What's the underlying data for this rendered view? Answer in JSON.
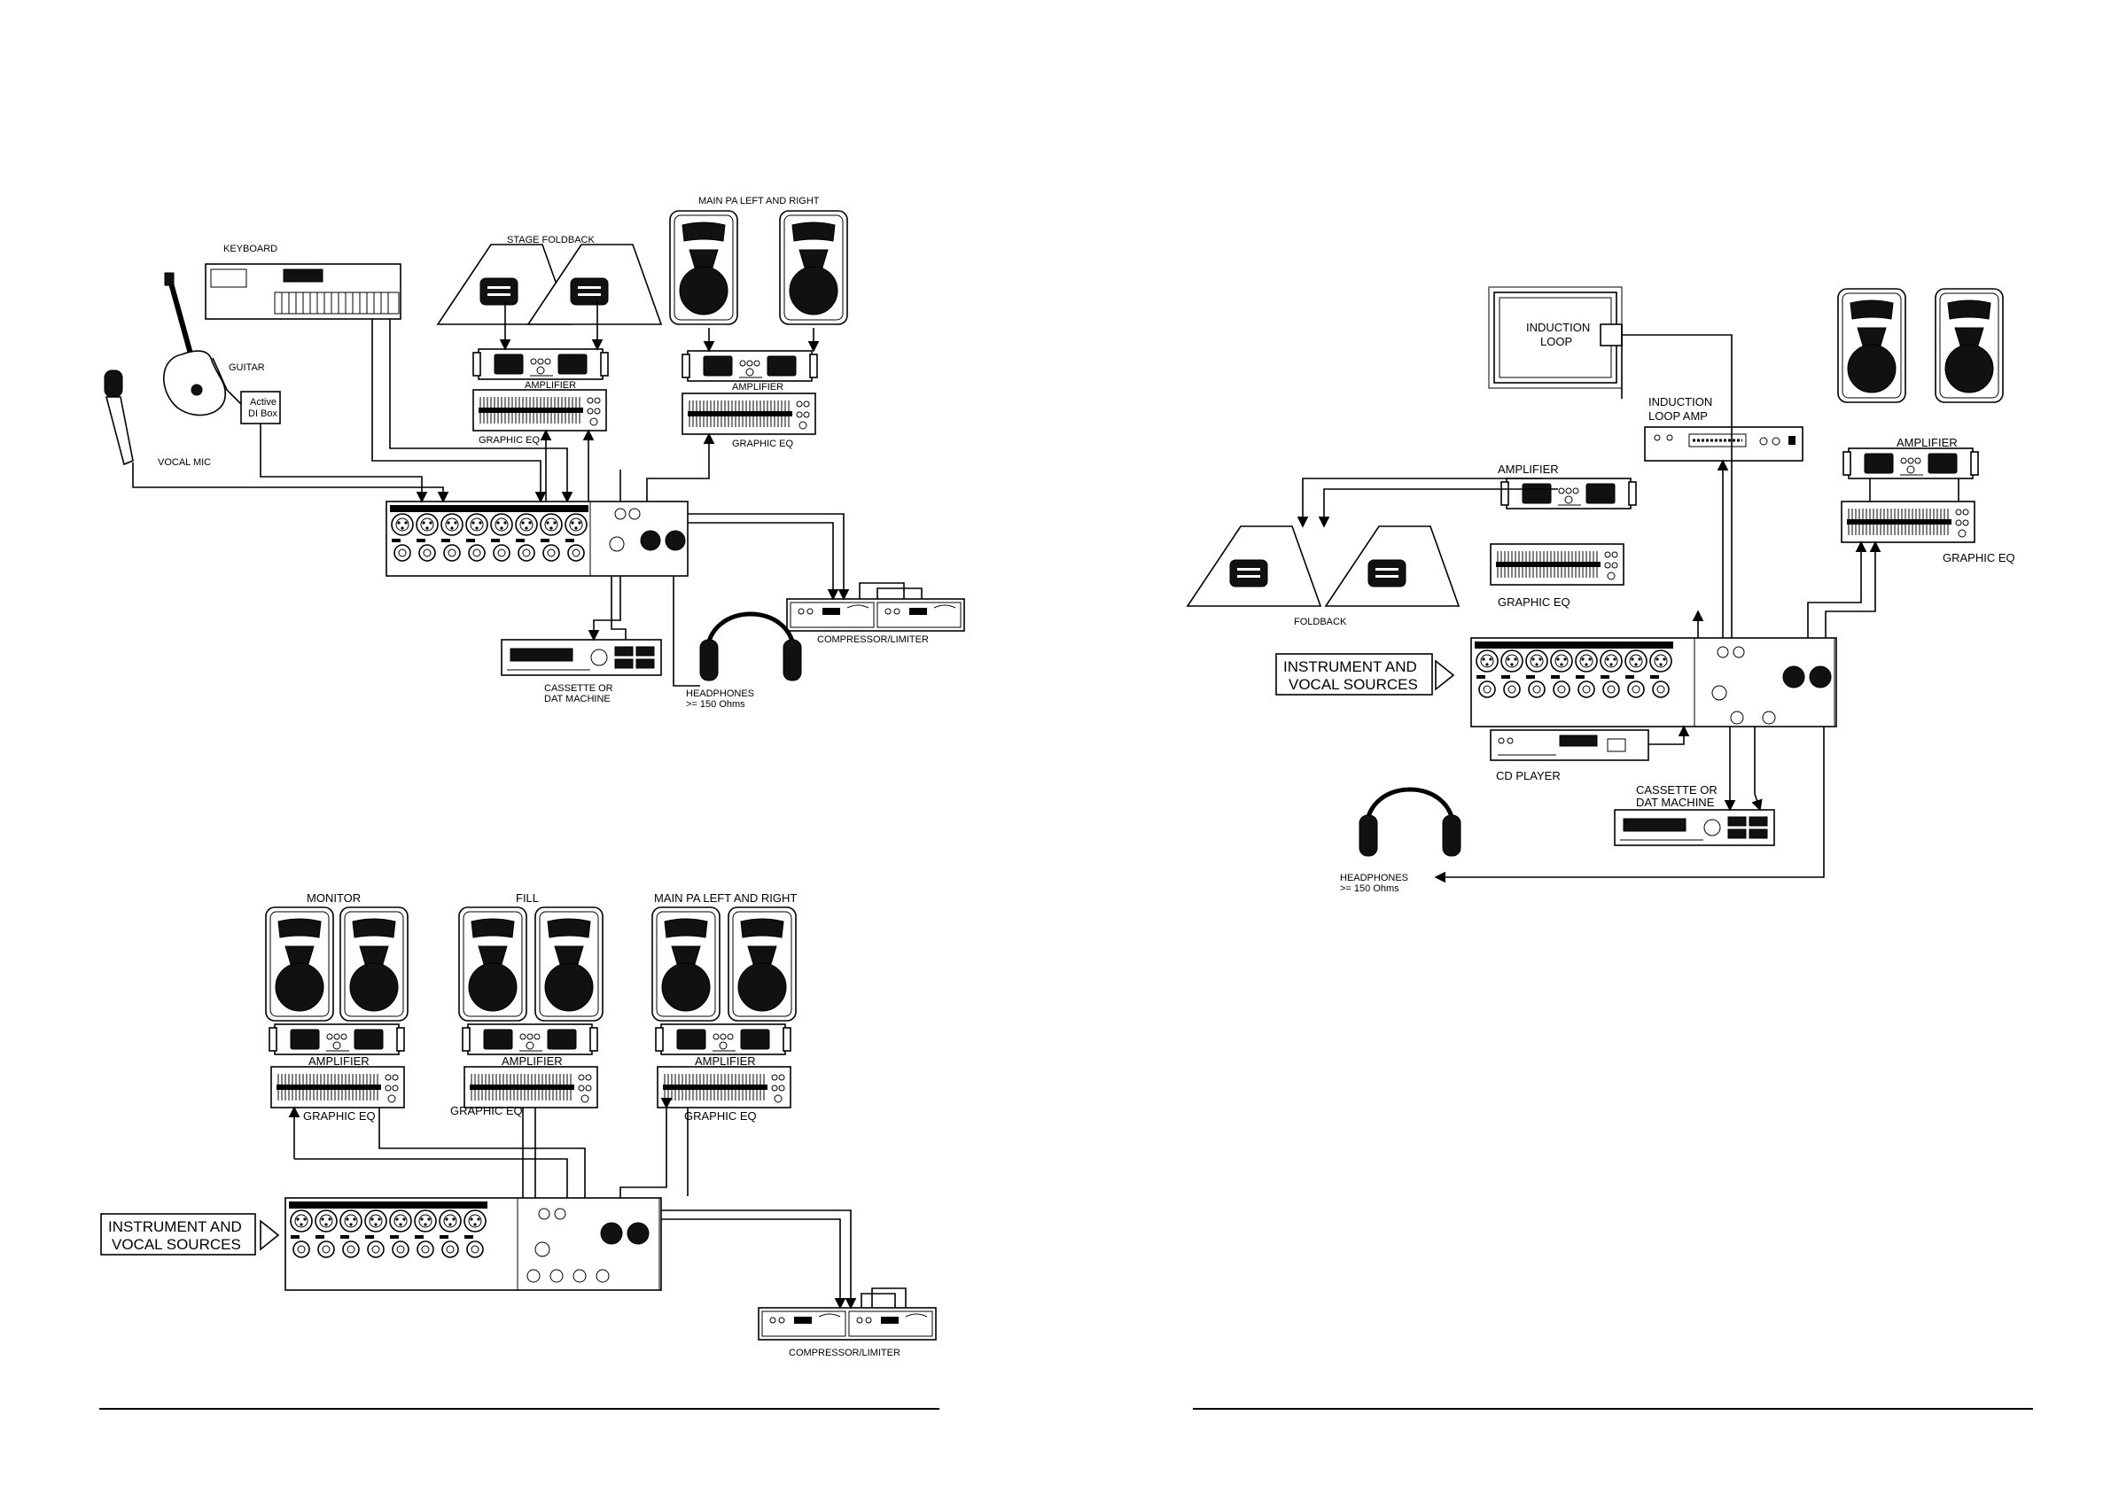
{
  "figure_a": {
    "keyboard": "KEYBOARD",
    "guitar": "GUITAR",
    "di_box": [
      "Active",
      "DI Box"
    ],
    "vocal_mic": "VOCAL MIC",
    "stage_foldback": "STAGE FOLDBACK",
    "main_pa": "MAIN PA LEFT AND RIGHT",
    "amplifier": "AMPLIFIER",
    "graphic_eq": "GRAPHIC EQ",
    "compressor": "COMPRESSOR/LIMITER",
    "cassette": [
      "CASSETTE OR",
      "DAT MACHINE"
    ],
    "headphones": [
      "HEADPHONES",
      ">= 150 Ohms"
    ]
  },
  "figure_b": {
    "monitor": "MONITOR",
    "fill": "FILL",
    "main_pa": "MAIN PA LEFT AND RIGHT",
    "amplifier": "AMPLIFIER",
    "graphic_eq": "GRAPHIC EQ",
    "sources": [
      "INSTRUMENT AND",
      "VOCAL SOURCES"
    ],
    "compressor": "COMPRESSOR/LIMITER"
  },
  "figure_c": {
    "induction_loop": [
      "INDUCTION",
      "LOOP"
    ],
    "induction_loop_amp": [
      "INDUCTION",
      "LOOP AMP"
    ],
    "amplifier": "AMPLIFIER",
    "graphic_eq": "GRAPHIC EQ",
    "foldback": "FOLDBACK",
    "sources": [
      "INSTRUMENT AND",
      "VOCAL SOURCES"
    ],
    "cd_player": "CD PLAYER",
    "cassette": [
      "CASSETTE OR",
      "DAT MACHINE"
    ],
    "headphones": [
      "HEADPHONES",
      ">= 150 Ohms"
    ]
  }
}
